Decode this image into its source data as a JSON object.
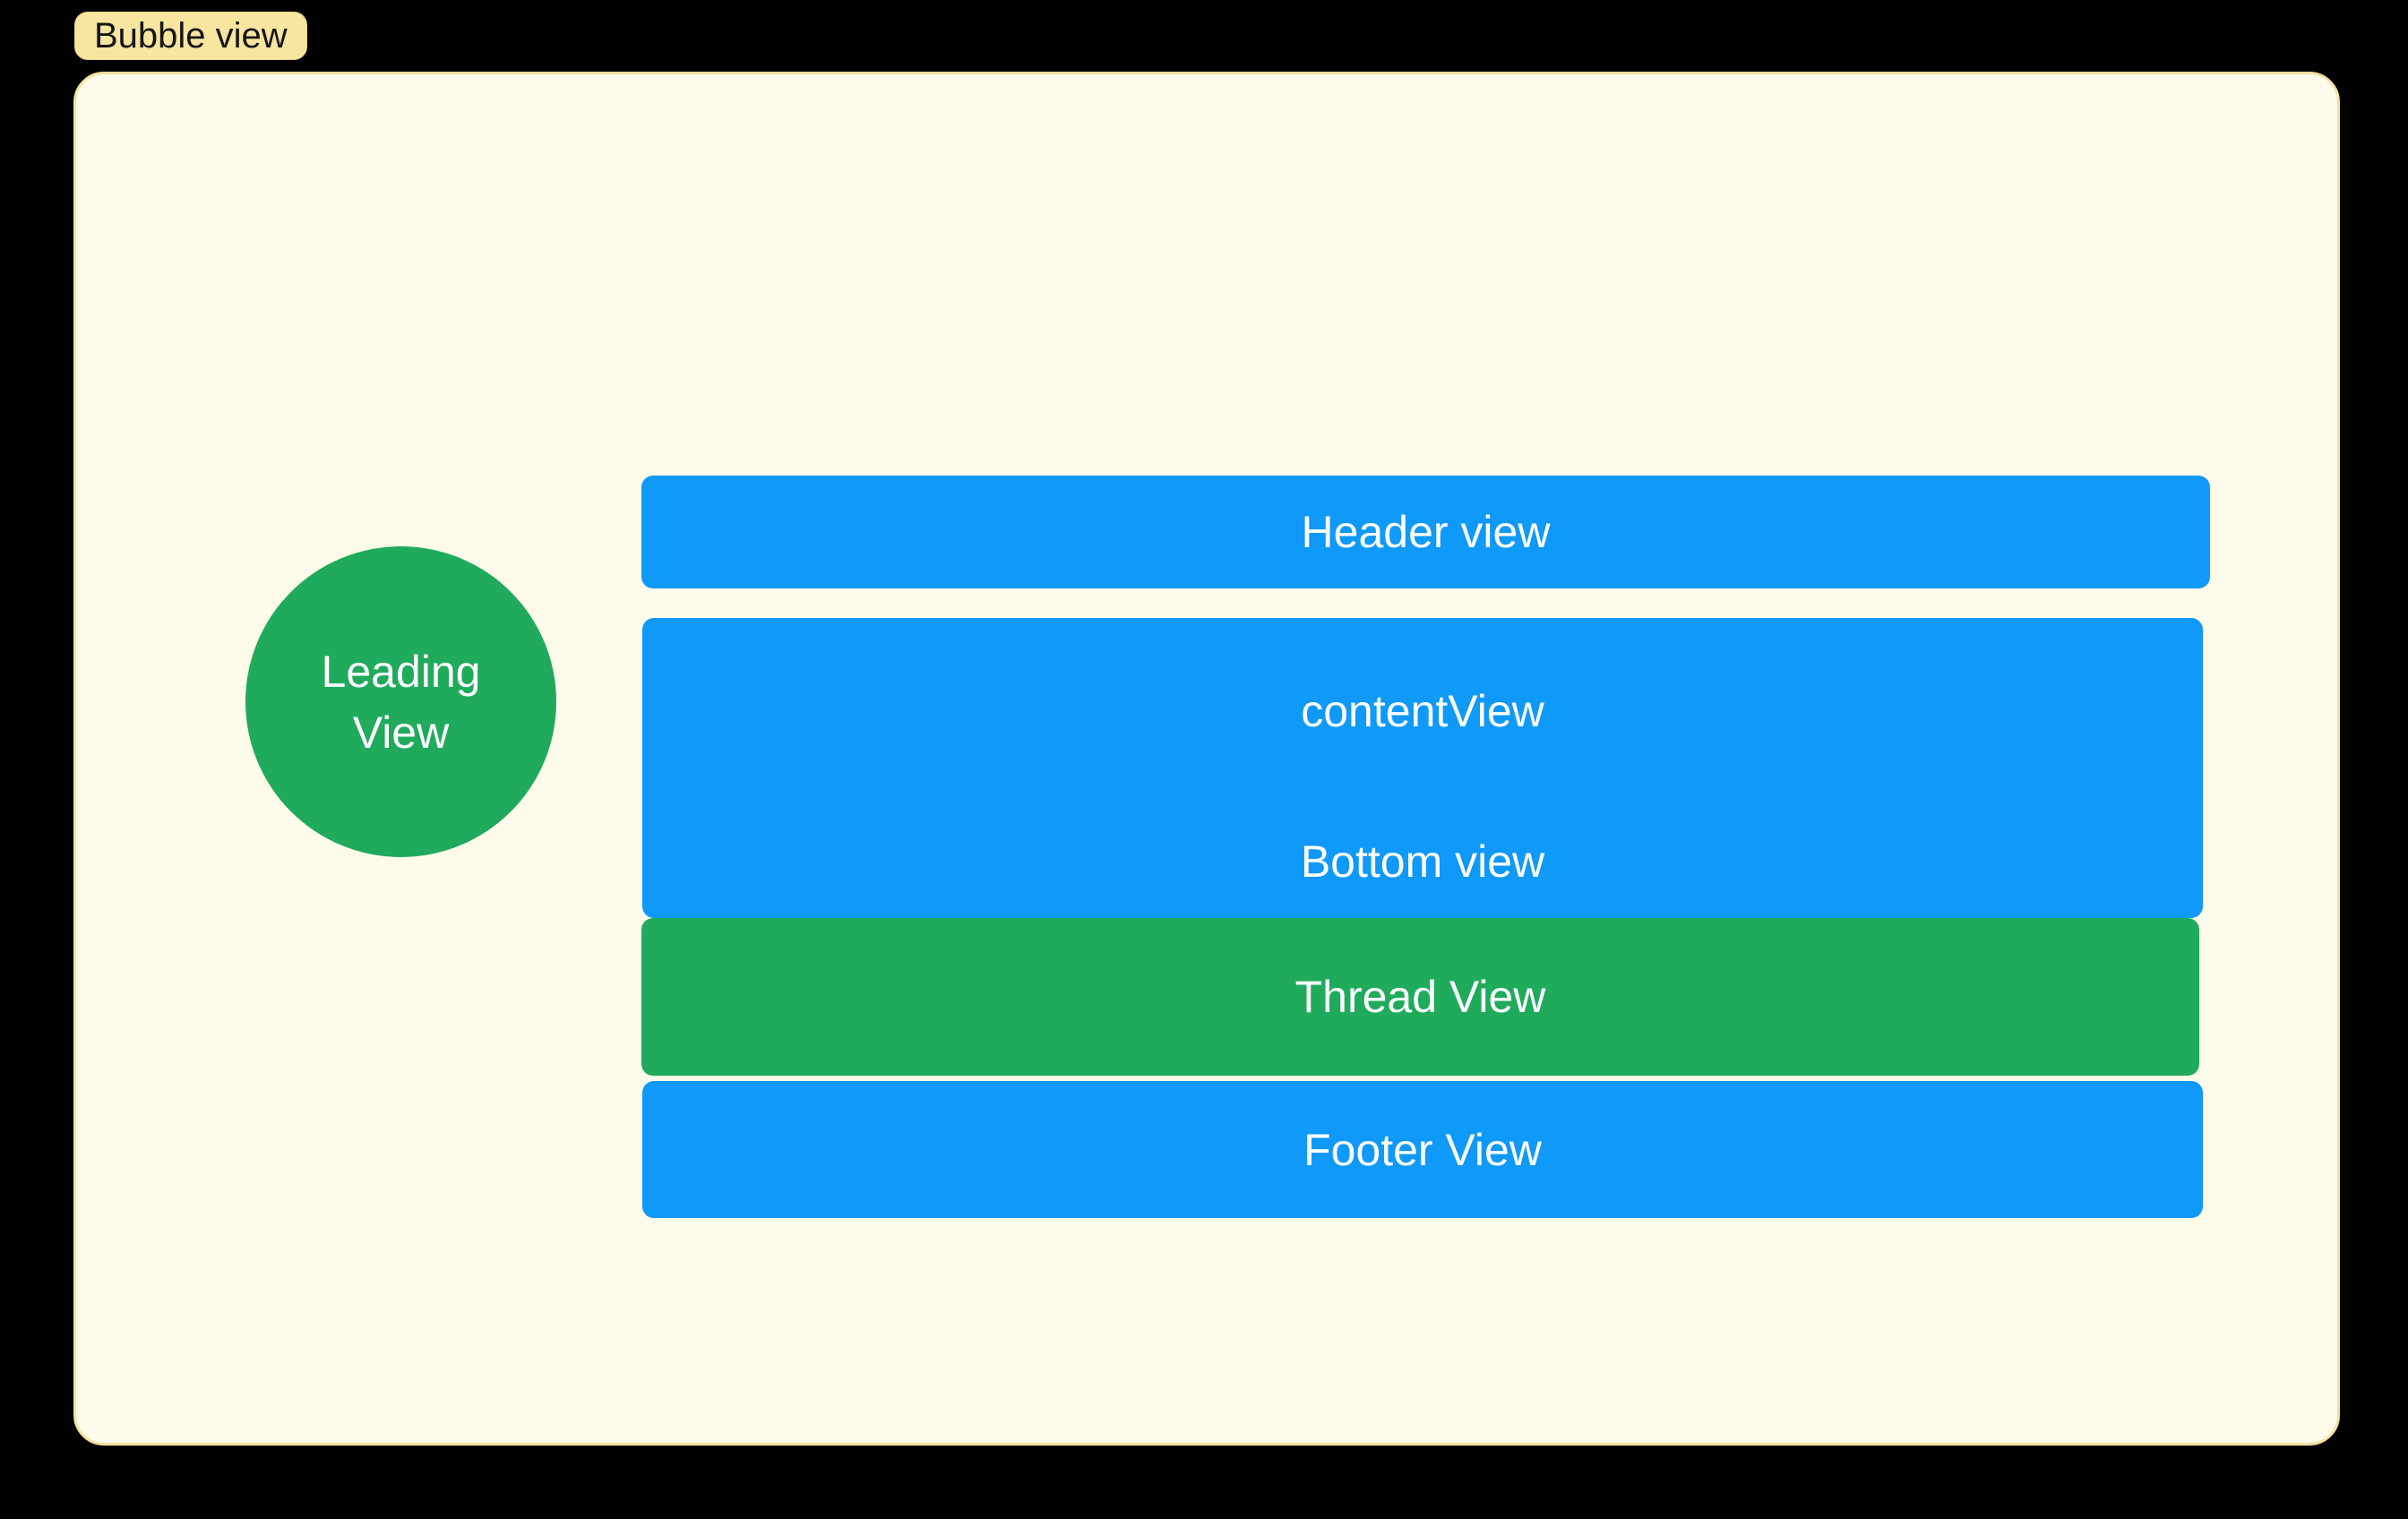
{
  "window": {
    "background_color": "#000000"
  },
  "bubble_tag": {
    "label": "Bubble view",
    "bg_color": "#F8E5A0",
    "text_color": "#161616"
  },
  "canvas": {
    "bg_color": "#FFFBEA",
    "border_color": "#F5E09F"
  },
  "leading_view": {
    "line1": "Leading",
    "line2": "View",
    "color": "#1FAA5C",
    "text_color": "#FFFFFF"
  },
  "bars": {
    "header": {
      "label": "Header view",
      "color": "#0F99F8"
    },
    "content": {
      "label": "contentView",
      "color": "#0F99F8"
    },
    "bottom": {
      "label": "Bottom view",
      "color": "#0F99F8"
    },
    "thread": {
      "label": "Thread View",
      "color": "#1FAA5C"
    },
    "footer": {
      "label": "Footer View",
      "color": "#0F99F8"
    }
  }
}
